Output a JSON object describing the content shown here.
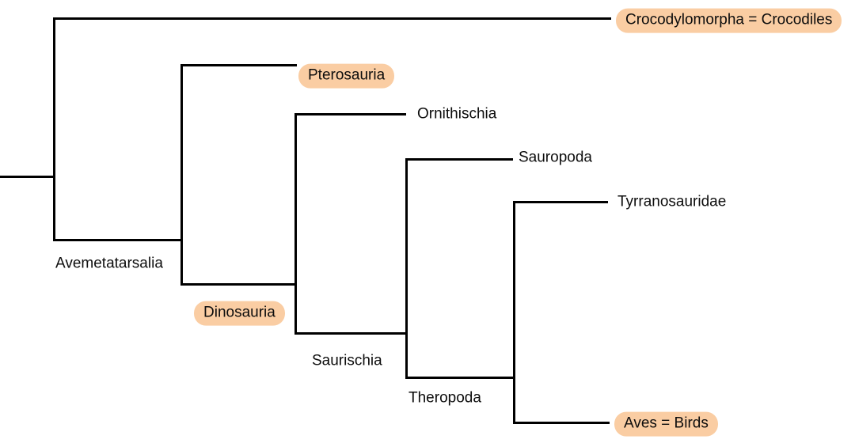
{
  "diagram": {
    "type": "cladogram",
    "description": "Phylogenetic tree of archosaurs from crocodiles to birds",
    "line_color": "#000000",
    "text_color": "#0d0d0d",
    "highlight_color": "#facda3",
    "labels": [
      {
        "id": "crocodylomorpha",
        "text": "Crocodylomorpha = Crocodiles",
        "highlighted": true,
        "role": "terminal-taxon"
      },
      {
        "id": "pterosauria",
        "text": "Pterosauria",
        "highlighted": true,
        "role": "terminal-taxon"
      },
      {
        "id": "ornithischia",
        "text": "Ornithischia",
        "highlighted": false,
        "role": "terminal-taxon"
      },
      {
        "id": "sauropoda",
        "text": "Sauropoda",
        "highlighted": false,
        "role": "terminal-taxon"
      },
      {
        "id": "tyrranosauridae",
        "text": "Tyrranosauridae",
        "highlighted": false,
        "role": "terminal-taxon"
      },
      {
        "id": "avemetatarsalia",
        "text": "Avemetatarsalia",
        "highlighted": false,
        "role": "clade-label"
      },
      {
        "id": "dinosauria",
        "text": "Dinosauria",
        "highlighted": true,
        "role": "clade-label"
      },
      {
        "id": "saurischia",
        "text": "Saurischia",
        "highlighted": false,
        "role": "clade-label"
      },
      {
        "id": "theropoda",
        "text": "Theropoda",
        "highlighted": false,
        "role": "clade-label"
      },
      {
        "id": "aves",
        "text": "Aves = Birds",
        "highlighted": true,
        "role": "terminal-taxon"
      }
    ],
    "phylogeny": {
      "name": "root",
      "children": [
        {
          "name": "Crocodylomorpha = Crocodiles",
          "highlighted": true
        },
        {
          "name": "Avemetatarsalia",
          "children": [
            {
              "name": "Pterosauria",
              "highlighted": true
            },
            {
              "name": "Dinosauria",
              "highlighted": true,
              "children": [
                {
                  "name": "Ornithischia"
                },
                {
                  "name": "Saurischia",
                  "children": [
                    {
                      "name": "Sauropoda"
                    },
                    {
                      "name": "Theropoda",
                      "children": [
                        {
                          "name": "Tyrranosauridae"
                        },
                        {
                          "name": "Aves = Birds",
                          "highlighted": true
                        }
                      ]
                    }
                  ]
                }
              ]
            }
          ]
        }
      ]
    }
  }
}
